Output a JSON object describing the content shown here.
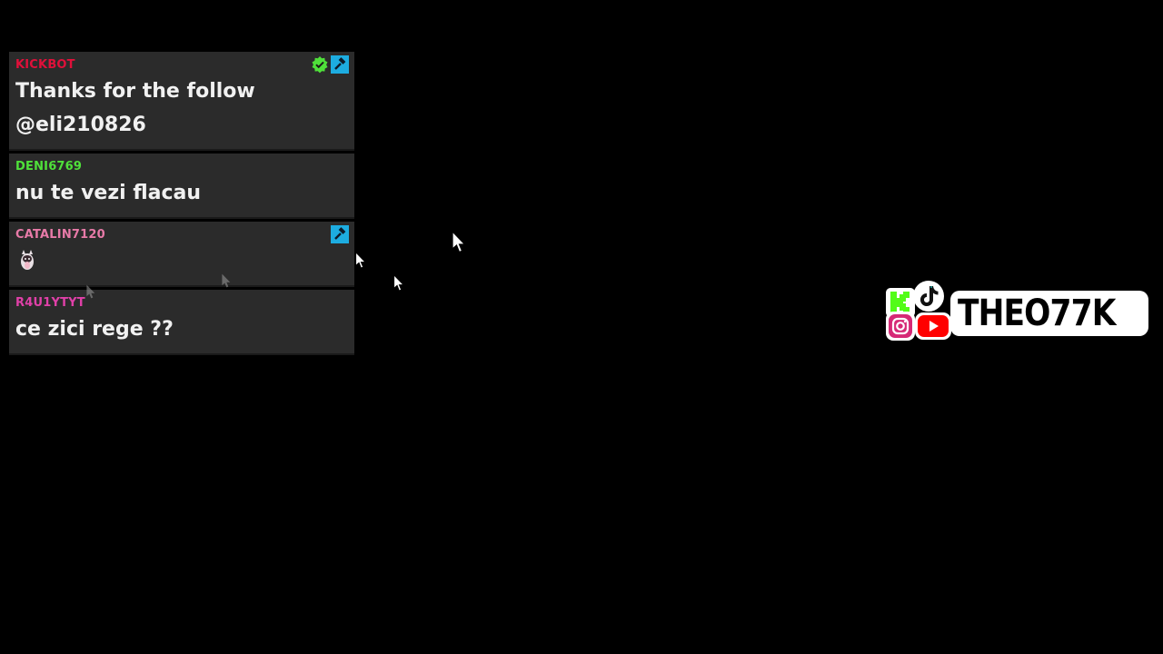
{
  "chat": {
    "messages": [
      {
        "username": "KICKBOT",
        "username_color": "#e0103a",
        "text": "Thanks for the follow @eli210826",
        "badges": [
          "verified-icon",
          "moderator-icon"
        ]
      },
      {
        "username": "DENI6769",
        "username_color": "#4fe03a",
        "text": "nu te vezi flacau",
        "badges": []
      },
      {
        "username": "CATALIN7120",
        "username_color": "#e87aa8",
        "text": "",
        "emote": "dancing-cat-emote",
        "badges": [
          "moderator-icon"
        ]
      },
      {
        "username": "R4U1YTYT",
        "username_color": "#e040a8",
        "text": "ce zici rege ??",
        "badges": []
      }
    ]
  },
  "overlay": {
    "channel_name": "THEO77K",
    "icons": [
      "kick-icon",
      "tiktok-icon",
      "instagram-icon",
      "youtube-icon"
    ],
    "kick_color": "#53fc18",
    "youtube_color": "#ff0000"
  },
  "colors": {
    "background": "#000000",
    "message_bg": "#2b2b2b",
    "message_text": "#f1f1f1",
    "mod_badge": "#1dace0",
    "verified_badge": "#4fe03a"
  }
}
